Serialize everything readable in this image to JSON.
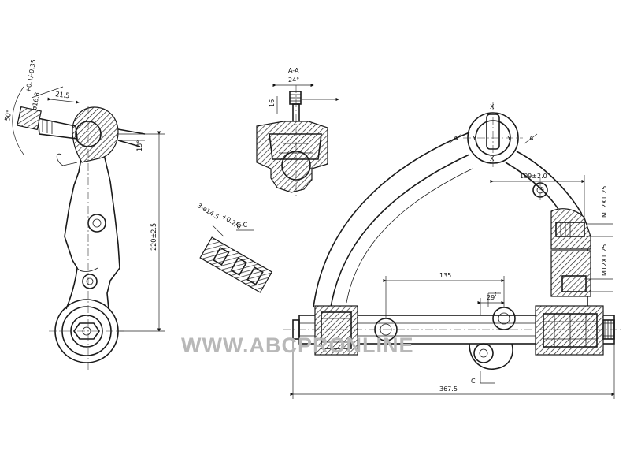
{
  "watermark": "WWW.ABCPRONLINE",
  "section_labels": {
    "aa": "A-A",
    "cc": "C-C",
    "x_top": "X",
    "x_bottom": "X",
    "a_left": "A",
    "a_right": "A",
    "y_left": "Y",
    "y_right": "Y",
    "c_upper": "C",
    "c_lower": "C"
  },
  "dimensions": {
    "angle_50": "50°",
    "d16_8": "ø16.8",
    "tol_16_8": "+0.1/-0.35",
    "len_21_5": "21.5",
    "angle_13": "13°",
    "len_220": "220±2.5",
    "angle_24": "24°",
    "len_16": "16",
    "bolt_cc": "3-ø14.5",
    "bolt_cc_tol": "+0.2/0",
    "len_109": "109±2.0",
    "thread_top": "M12X1.25",
    "thread_bottom": "M12X1.25",
    "len_135": "135",
    "len_29": "29",
    "len_367_5": "367.5"
  },
  "colors": {
    "line": "#1a1a1a",
    "watermark": "#b8b8b8",
    "background": "#ffffff"
  }
}
